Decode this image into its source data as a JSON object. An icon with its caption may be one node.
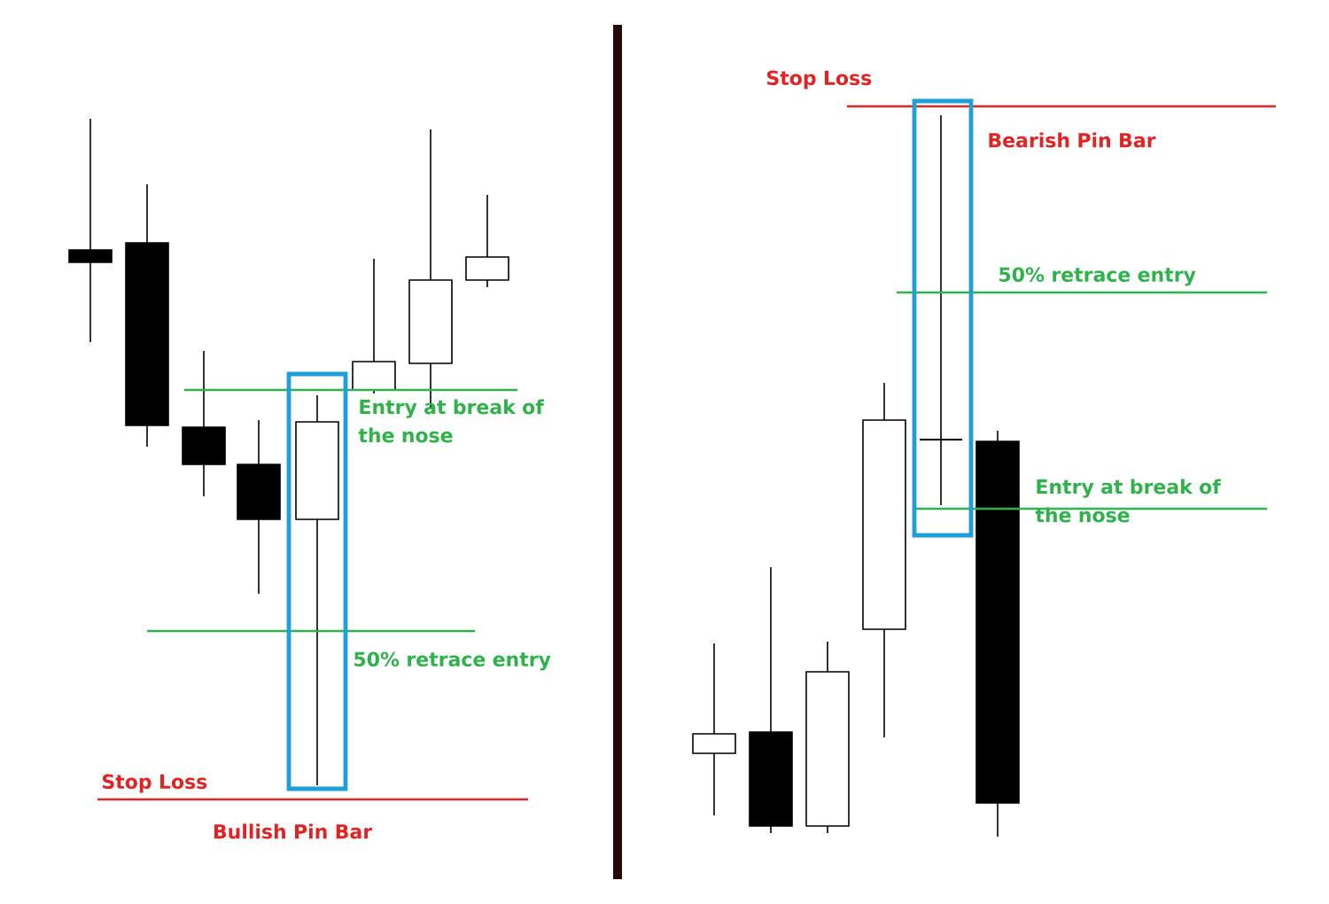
{
  "diagram": {
    "labels": [
      "Entry at break of the nose",
      "50% retrace entry",
      "Stop Loss",
      "Bullish Pin Bar",
      "Stop Loss",
      "Bearish Pin Bar",
      "50% retrace entry",
      "Entry at break of the nose"
    ]
  }
}
